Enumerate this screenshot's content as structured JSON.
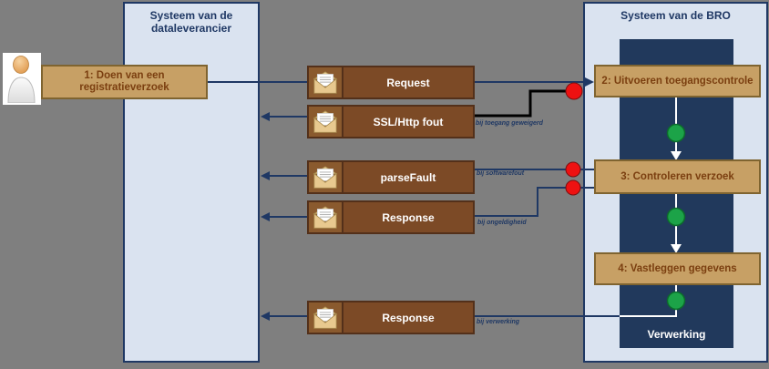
{
  "panels": {
    "data_supplier": {
      "title": "Systeem van de dataleverancier"
    },
    "bro": {
      "title": "Systeem van de BRO",
      "processing_label": "Verwerking"
    }
  },
  "actor": {
    "name": "dataleverancier-gebruiker"
  },
  "steps": {
    "step1": {
      "label": "1: Doen van een registratieverzoek"
    },
    "step2": {
      "label": "2: Uitvoeren toegangscontrole"
    },
    "step3": {
      "label": "3: Controleren verzoek"
    },
    "step4": {
      "label": "4: Vastleggen gegevens"
    }
  },
  "messages": {
    "request": {
      "label": "Request",
      "annotation": ""
    },
    "ssl_fout": {
      "label": "SSL/Http fout",
      "annotation": "bij toegang geweigerd"
    },
    "parsefault": {
      "label": "parseFault",
      "annotation": "bij softwarefout"
    },
    "response_invalid": {
      "label": "Response",
      "annotation": "bij ongeldigheid"
    },
    "response_processed": {
      "label": "Response",
      "annotation": "bij verwerking"
    }
  },
  "colors": {
    "background": "#7f7f7f",
    "panel_fill": "#dae3f0",
    "panel_border": "#1f3864",
    "inner_rect": "#21395c",
    "process_fill": "#c7a065",
    "process_border": "#7f6430",
    "process_text": "#7b3f10",
    "message_fill": "#7c4a26",
    "message_border": "#53301a",
    "line": "#1f3864",
    "error_line": "#000000",
    "red_marker": "#ee1111",
    "green_marker": "#1ca348"
  }
}
